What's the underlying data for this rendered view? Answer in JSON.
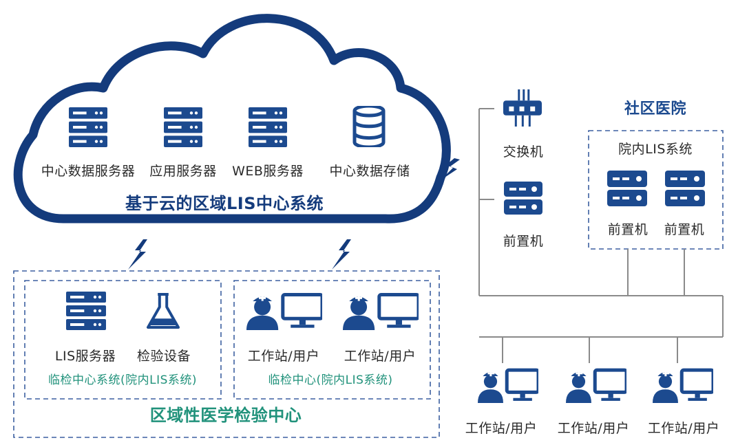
{
  "cloud": {
    "title": "基于云的区域LIS中心系统",
    "servers": [
      {
        "label": "中心数据服务器",
        "icon": "server-icon"
      },
      {
        "label": "应用服务器",
        "icon": "server-icon"
      },
      {
        "label": "WEB服务器",
        "icon": "server-icon"
      },
      {
        "label": "中心数据存储",
        "icon": "database-icon"
      }
    ]
  },
  "regional_center": {
    "title": "区域性医学检验中心",
    "left_panel": {
      "items": [
        "LIS服务器",
        "检验设备"
      ],
      "caption": "临检中心系统(院内LIS系统)"
    },
    "right_panel": {
      "items": [
        "工作站/用户",
        "工作站/用户"
      ],
      "caption": "临检中心(院内LIS系统)"
    }
  },
  "community": {
    "title": "社区医院",
    "switch_label": "交换机",
    "front_label": "前置机",
    "inner": {
      "title": "院内LIS系统",
      "items": [
        "前置机",
        "前置机"
      ]
    },
    "workstations": [
      "工作站/用户",
      "工作站/用户",
      "工作站/用户"
    ]
  },
  "colors": {
    "primary": "#143b7c",
    "icon": "#1c4a8f",
    "accent_green": "#21927b",
    "line": "#8a8a8a",
    "dashed_border": "#3b5fa0"
  }
}
